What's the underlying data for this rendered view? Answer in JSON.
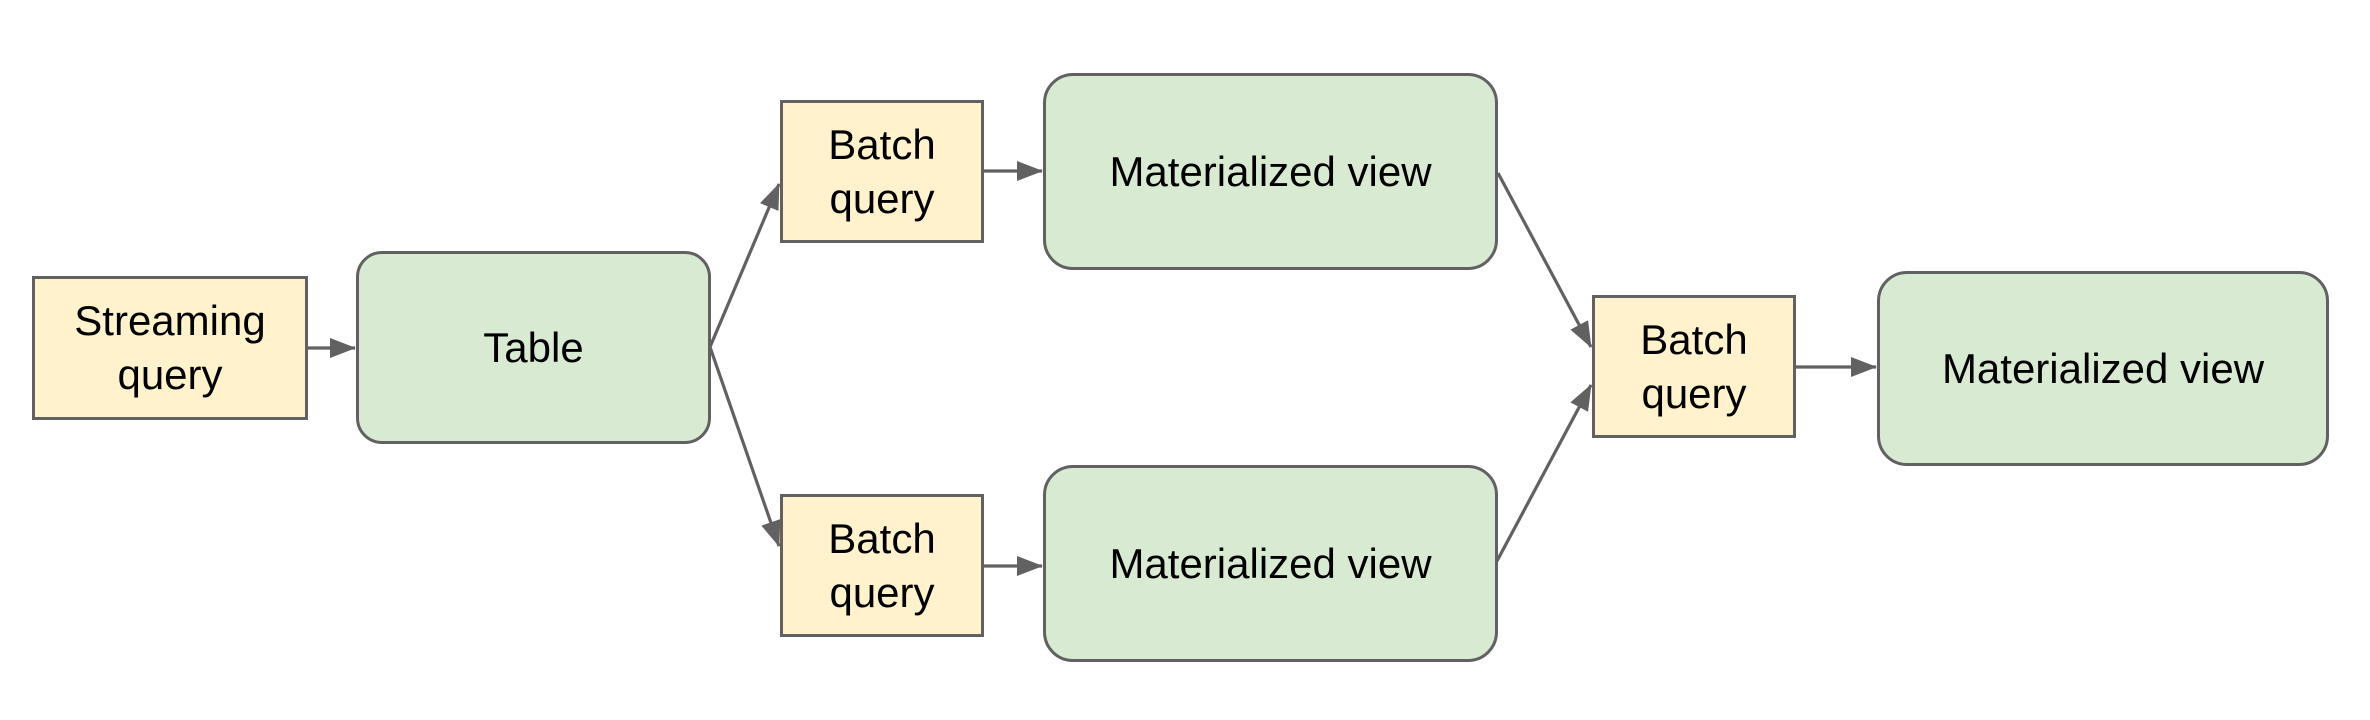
{
  "page": {
    "background_color": "#ffffff"
  },
  "diagram": {
    "type": "flowchart",
    "direction": "left-to-right",
    "styles": {
      "query_node": {
        "shape": "rectangle",
        "fill": "#fff2cc",
        "border": "#616161",
        "text_color": "#000000"
      },
      "data_node": {
        "shape": "rounded-rectangle",
        "fill": "#d9ead3",
        "border": "#616161",
        "text_color": "#000000"
      },
      "edge": {
        "color": "#616161",
        "arrowhead": "solid-triangle"
      }
    },
    "nodes": [
      {
        "id": "streaming-query",
        "label": "Streaming query",
        "kind": "query_node"
      },
      {
        "id": "table",
        "label": "Table",
        "kind": "data_node"
      },
      {
        "id": "batch-query-top",
        "label": "Batch query",
        "kind": "query_node"
      },
      {
        "id": "materialized-view-top",
        "label": "Materialized view",
        "kind": "data_node"
      },
      {
        "id": "batch-query-bottom",
        "label": "Batch query",
        "kind": "query_node"
      },
      {
        "id": "materialized-view-bottom",
        "label": "Materialized view",
        "kind": "data_node"
      },
      {
        "id": "batch-query-right",
        "label": "Batch query",
        "kind": "query_node"
      },
      {
        "id": "materialized-view-right",
        "label": "Materialized view",
        "kind": "data_node"
      }
    ],
    "edges": [
      {
        "from": "streaming-query",
        "to": "table"
      },
      {
        "from": "table",
        "to": "batch-query-top"
      },
      {
        "from": "table",
        "to": "batch-query-bottom"
      },
      {
        "from": "batch-query-top",
        "to": "materialized-view-top"
      },
      {
        "from": "batch-query-bottom",
        "to": "materialized-view-bottom"
      },
      {
        "from": "materialized-view-top",
        "to": "batch-query-right"
      },
      {
        "from": "materialized-view-bottom",
        "to": "batch-query-right"
      },
      {
        "from": "batch-query-right",
        "to": "materialized-view-right"
      }
    ]
  }
}
